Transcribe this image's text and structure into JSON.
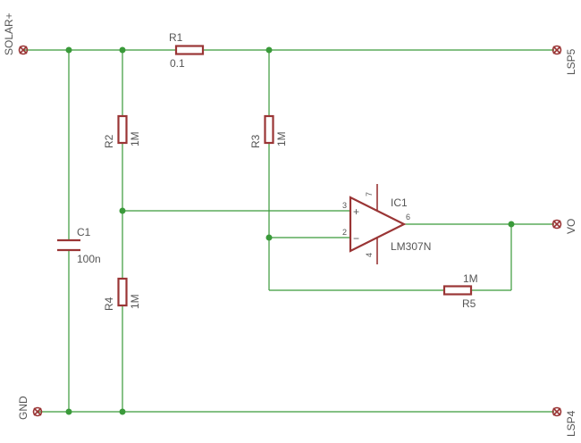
{
  "colors": {
    "wire": "#3a9a3a",
    "component": "#9a3535",
    "label": "#555555",
    "background": "#ffffff"
  },
  "connectors": {
    "solar_plus": "SOLAR+",
    "gnd": "GND",
    "lsp5": "LSP5",
    "lsp4": "LSP4",
    "vo": "VO"
  },
  "components": {
    "r1": {
      "name": "R1",
      "value": "0.1"
    },
    "r2": {
      "name": "R2",
      "value": "1M"
    },
    "r3": {
      "name": "R3",
      "value": "1M"
    },
    "r4": {
      "name": "R4",
      "value": "1M"
    },
    "r5": {
      "name": "R5",
      "value": "1M"
    },
    "c1": {
      "name": "C1",
      "value": "100n"
    },
    "ic1": {
      "name": "IC1",
      "value": "LM307N",
      "pins": {
        "noninv": "3",
        "inv": "2",
        "out": "6",
        "vplus": "7",
        "vminus": "4"
      },
      "symbols": {
        "plus": "+",
        "minus": "−"
      }
    }
  }
}
